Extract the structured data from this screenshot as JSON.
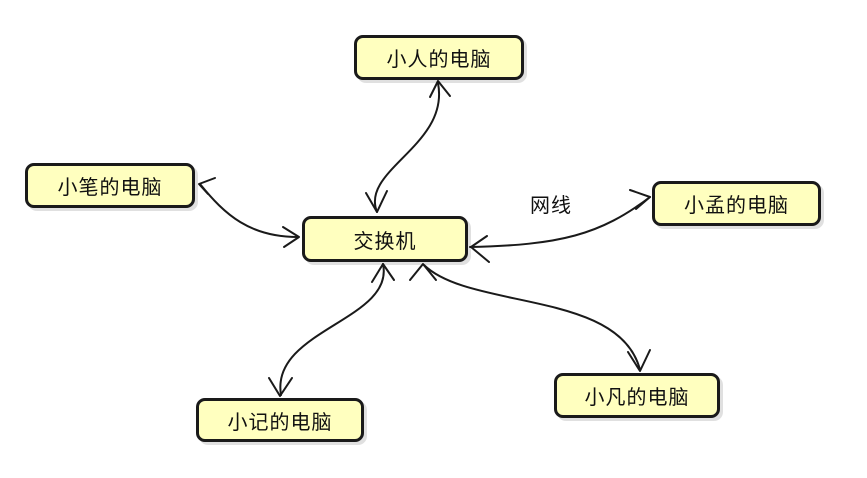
{
  "diagram": {
    "nodes": {
      "switch": "交换机",
      "person_pc": "小人的电脑",
      "bi_pc": "小笔的电脑",
      "meng_pc": "小孟的电脑",
      "fan_pc": "小凡的电脑",
      "ji_pc": "小记的电脑"
    },
    "edge_label": "网线",
    "colors": {
      "node_fill": "#ffffbf",
      "stroke": "#1a1a1a"
    }
  }
}
